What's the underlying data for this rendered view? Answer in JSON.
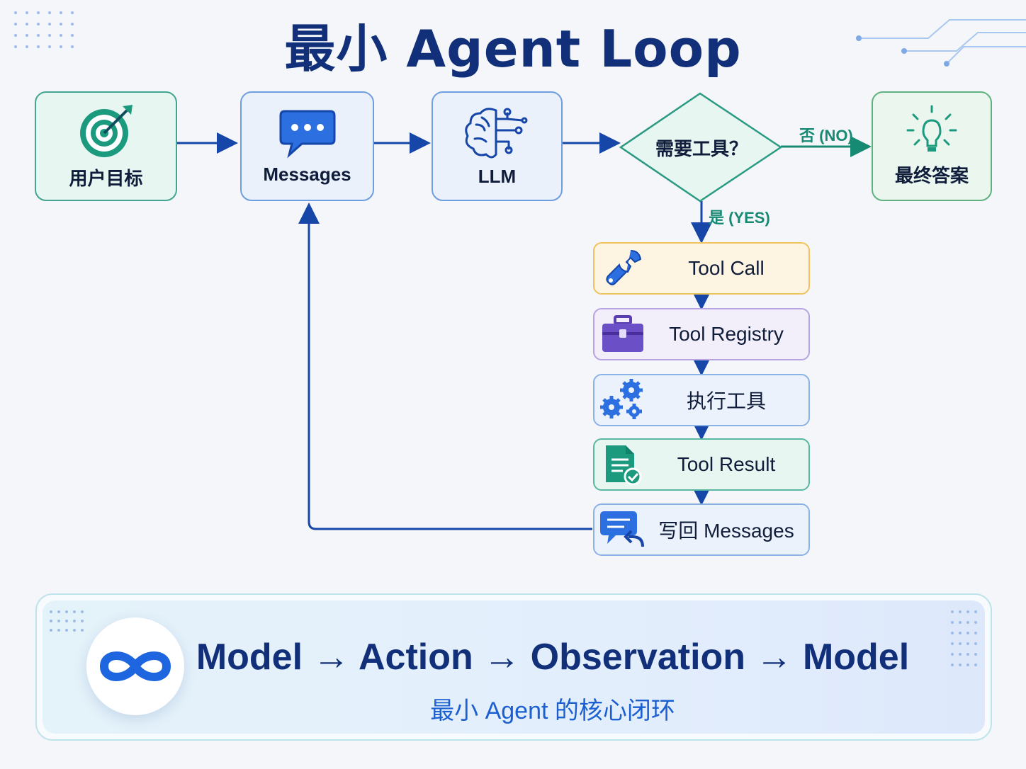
{
  "title": "最小 Agent Loop",
  "nodes": {
    "user_goal": "用户目标",
    "messages": "Messages",
    "llm": "LLM",
    "decision": "需要工具？",
    "final_answer": "最终答案"
  },
  "branches": {
    "no": "否 (NO)",
    "yes": "是 (YES)"
  },
  "steps": [
    {
      "label": "Tool Call",
      "icon": "wrench-icon"
    },
    {
      "label": "Tool Registry",
      "icon": "toolbox-icon"
    },
    {
      "label": "执行工具",
      "icon": "gears-icon"
    },
    {
      "label": "Tool Result",
      "icon": "document-check-icon"
    },
    {
      "label": "写回 Messages",
      "icon": "chat-reply-icon"
    }
  ],
  "summary": {
    "formula": "Model → Action → Observation → Model",
    "subtitle": "最小 Agent 的核心闭环",
    "icon": "infinity-icon"
  },
  "colors": {
    "primary": "#12307a",
    "arrow": "#1546a8",
    "accent_green": "#178a73"
  }
}
